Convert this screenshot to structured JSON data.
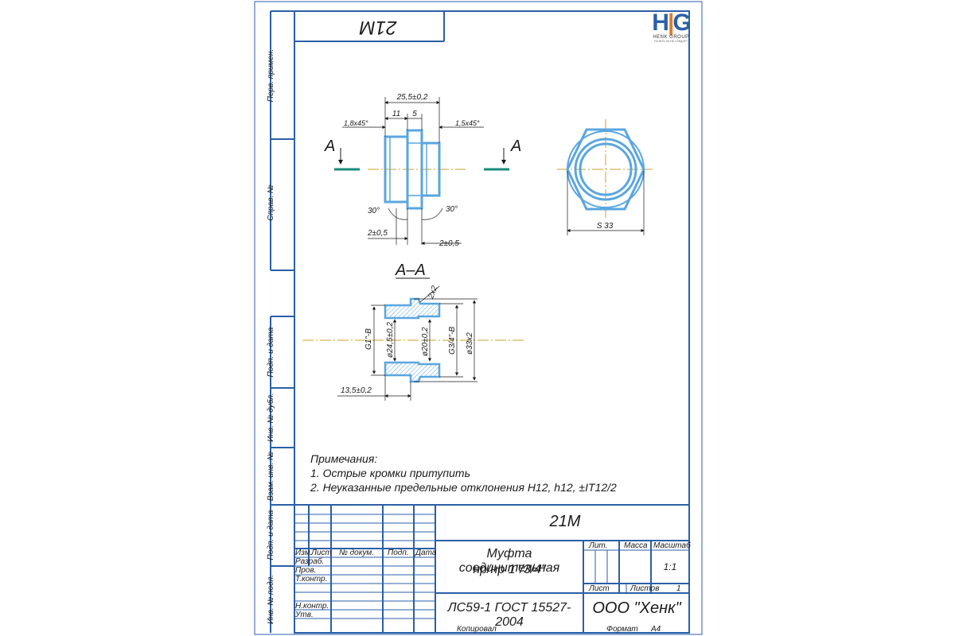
{
  "logo": {
    "letters_h": "H",
    "letters_g": "G",
    "letter_i": "|",
    "brand": "HENK GROUP",
    "tagline": "ГОНИТЬ ЗА НЕ СЛЕДУЕТ"
  },
  "top_stamp": "21М",
  "side_labels": {
    "perv_primen": "Перв. примен.",
    "sprav": "Справ. №",
    "podp_data_1": "Подп. и дата",
    "inv_dubl": "Инв. № дубл.",
    "vzam_inv": "Взам. инв. №",
    "podp_data_2": "Подп. и дата",
    "inv_podl": "Инв. № подл."
  },
  "front_view": {
    "dim_total": "25,5±0,2",
    "dim_11": "11",
    "dim_5": "5",
    "chamfer_left": "1,8x45°",
    "chamfer_right": "1,5x45°",
    "angle_left": "30°",
    "angle_right": "30°",
    "dim_bottom_left": "2±0,5",
    "dim_bottom_right": "2±0,5",
    "section_mark": "A"
  },
  "side_view": {
    "dim_s": "S 33"
  },
  "section": {
    "title": "А–А",
    "groove": "2x2",
    "g1": "G1\"-B",
    "d245": "ø24,5±0,2",
    "d20": "ø20±0,2",
    "g34": "G3/4\"-B",
    "d33": "ø33x2",
    "dim_len": "13,5±0,2"
  },
  "notes": {
    "title": "Примечания:",
    "n1": "1. Острые кромки притупить",
    "n2": "2. Неуказанные предельные отклонения H12, h12, ±IT12/2"
  },
  "title_block": {
    "designation": "21М",
    "header_izm": "Изм.",
    "header_list": "Лист",
    "header_ndok": "№ докум.",
    "header_podp": "Подп.",
    "header_data": "Дата",
    "razrab": "Разраб.",
    "prov": "Пров.",
    "tkontr": "Т.контр.",
    "nkontr": "Н.контр.",
    "utv": "Утв.",
    "name_line1": "Муфта соединительная",
    "name_line2": "нр/нр 1\"/3/4\"",
    "lit": "Лит.",
    "massa": "Масса",
    "masshtab": "Масштаб",
    "scale_value": "1:1",
    "list_label": "Лист",
    "listov_label": "Листов",
    "listov_value": "1",
    "material": "ЛС59-1 ГОСТ 15527-2004",
    "company": "ООО \"Хенк\"",
    "kopiroval": "Копировал",
    "format_label": "Формат",
    "format_value": "А4"
  },
  "colors": {
    "frame": "#2b5fa8",
    "part": "#5aa6e0",
    "axis": "#c9a227",
    "section_line": "#1a8a7a",
    "dim": "#1a1a1a"
  }
}
